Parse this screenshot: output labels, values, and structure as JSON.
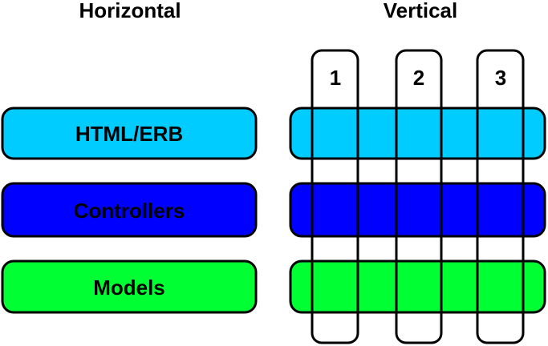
{
  "headings": {
    "left": "Horizontal",
    "right": "Vertical"
  },
  "layers": [
    {
      "label": "HTML/ERB",
      "color": "#00ccff"
    },
    {
      "label": "Controllers",
      "color": "#0000ff"
    },
    {
      "label": "Models",
      "color": "#00ff33"
    }
  ],
  "slices": [
    {
      "label": "1"
    },
    {
      "label": "2"
    },
    {
      "label": "3"
    }
  ],
  "stroke_color": "#000000"
}
